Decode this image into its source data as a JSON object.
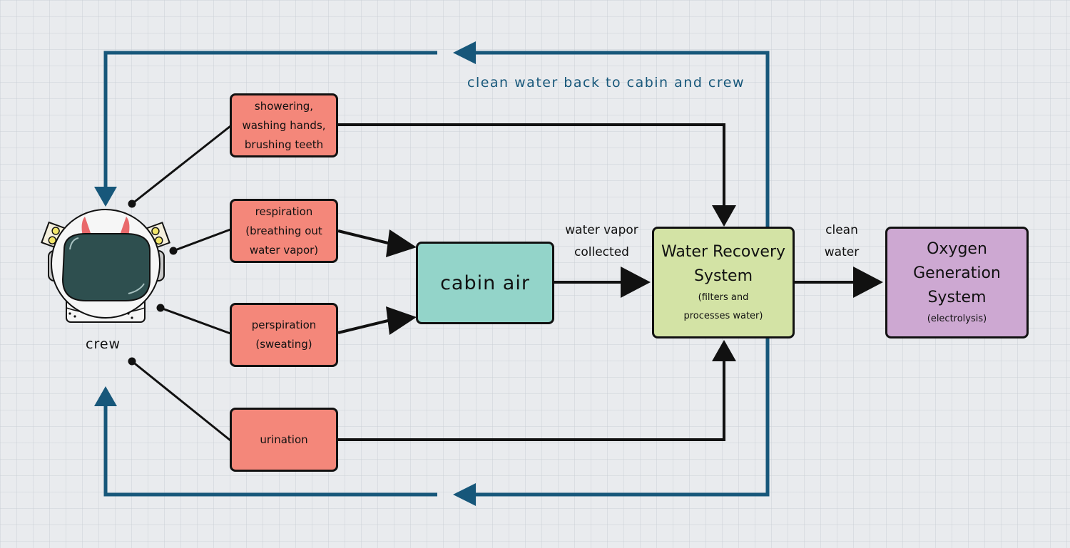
{
  "colors": {
    "background": "#e9ebee",
    "loop": "#17577a",
    "source_box": "#f4877a",
    "cabin_air": "#93d4c9",
    "water_recovery": "#d3e3a5",
    "oxygen_generation": "#cda8d2",
    "line": "#111111"
  },
  "crew": {
    "label": "crew",
    "icon": "astronaut-helmet-icon"
  },
  "sources": [
    {
      "lines": [
        "showering,",
        "washing hands,",
        "brushing teeth"
      ]
    },
    {
      "lines": [
        "respiration",
        "(breathing out",
        "water vapor)"
      ]
    },
    {
      "lines": [
        "perspiration",
        "(sweating)"
      ]
    },
    {
      "lines": [
        "urination"
      ]
    }
  ],
  "cabin_air": {
    "title": "cabin air"
  },
  "water_recovery": {
    "title_lines": [
      "Water Recovery",
      "System"
    ],
    "subtitle_lines": [
      "(filters and",
      "processes water)"
    ]
  },
  "oxygen_generation": {
    "title_lines": [
      "Oxygen",
      "Generation",
      "System"
    ],
    "subtitle": "(electrolysis)"
  },
  "edge_labels": {
    "vapor": [
      "water vapor",
      "collected"
    ],
    "clean": [
      "clean",
      "water"
    ],
    "loop": "clean water back to cabin and crew"
  }
}
